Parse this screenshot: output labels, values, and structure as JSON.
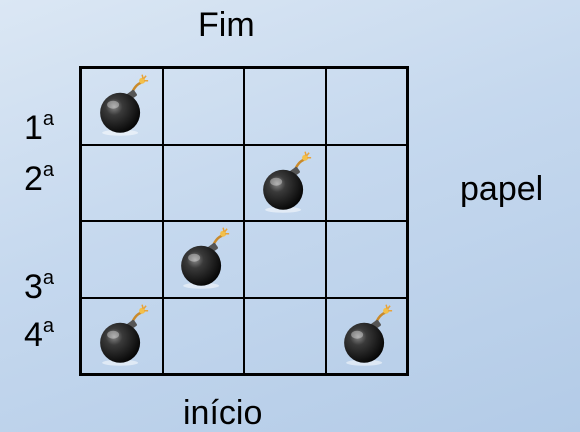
{
  "labels": {
    "top": "Fim",
    "bottom": "início",
    "side": "papel"
  },
  "rows": [
    {
      "number": "1",
      "suffix": "a"
    },
    {
      "number": "2",
      "suffix": "a"
    },
    {
      "number": "3",
      "suffix": "a"
    },
    {
      "number": "4",
      "suffix": "a"
    }
  ],
  "grid": {
    "rows": 4,
    "cols": 4,
    "bomb_positions": [
      [
        0,
        0
      ],
      [
        1,
        2
      ],
      [
        2,
        1
      ],
      [
        3,
        0
      ],
      [
        3,
        3
      ]
    ]
  },
  "icons": {
    "bomb": "bomb-icon"
  },
  "colors": {
    "background": "#c5d8ee",
    "grid_line": "#000000",
    "bomb_body": "#1a1a1a",
    "fuse_spark": "#e8a33a"
  }
}
